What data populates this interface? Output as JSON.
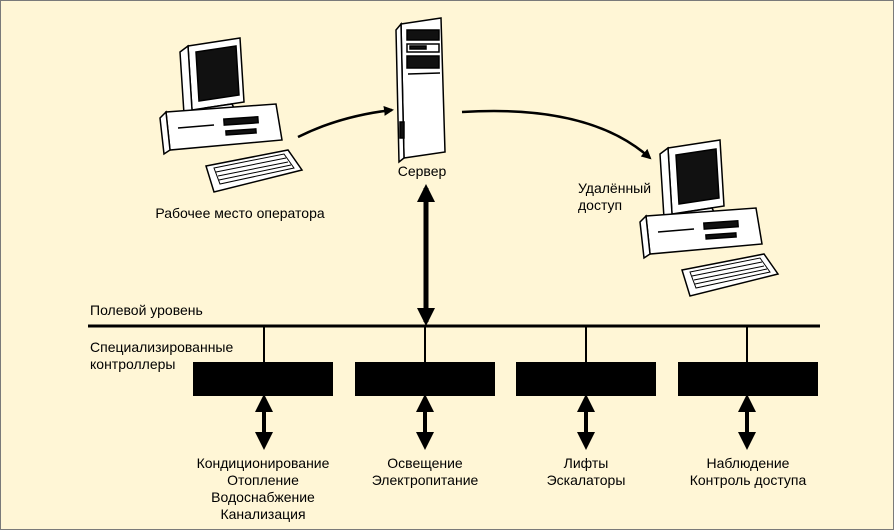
{
  "colors": {
    "background": "#FFF6D6",
    "ink": "#000000",
    "controller_fill": "#000000",
    "device_fill": "#FFFFFF"
  },
  "nodes": {
    "operator_workstation": {
      "label": "Рабочее место оператора",
      "icon": "desktop-computer-icon"
    },
    "server": {
      "label": "Сервер",
      "icon": "tower-server-icon"
    },
    "remote_access": {
      "label_lines": [
        "Удалённый",
        "доступ"
      ],
      "icon": "desktop-computer-icon"
    }
  },
  "levels": {
    "field": "Полевой уровень",
    "controllers": [
      "Специализированные",
      "контроллеры"
    ]
  },
  "subsystems": [
    {
      "lines": [
        "Кондиционирование",
        "Отопление",
        "Водоснабжение",
        "Канализация"
      ]
    },
    {
      "lines": [
        "Освещение",
        "Электропитание"
      ]
    },
    {
      "lines": [
        "Лифты",
        "Эскалаторы"
      ]
    },
    {
      "lines": [
        "Наблюдение",
        "Контроль доступа"
      ]
    }
  ]
}
